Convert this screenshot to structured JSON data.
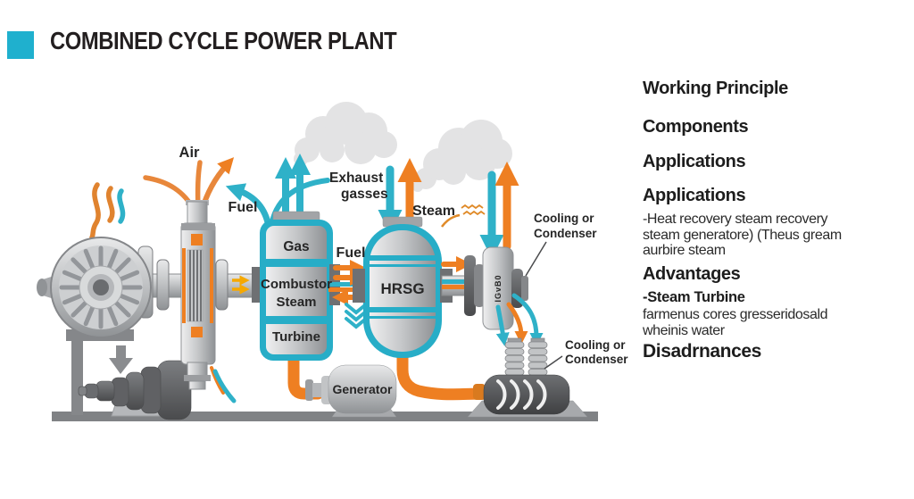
{
  "title": "COMBINED CYCLE POWER PLANT",
  "colors": {
    "accent_teal": "#1FB0CE",
    "flow_teal": "#2FB1C8",
    "flow_orange": "#EE7F22",
    "smoke_gray": "#E3E3E4",
    "metal_gray": "#C2C4C6",
    "dark_gray": "#58595B",
    "text_dark": "#231F20"
  },
  "panel": {
    "nav": [
      "Working Principle",
      "Components",
      "Applications"
    ],
    "applications": {
      "heading": "Applications",
      "lines": [
        "-Heat recovery steam recovery",
        "steam generatore) (Theus gream",
        "aurbire steam"
      ]
    },
    "advantages": {
      "heading": "Advantages",
      "item": "-Steam Turbine",
      "lines": [
        "farmenus cores gresseridosald",
        "wheinis water"
      ]
    },
    "disadvantages": {
      "heading": "Disadrnances"
    }
  },
  "diagram": {
    "air_label": "Air",
    "fuel_left_label": "Fuel",
    "fuel_mid_label": "Fuel",
    "exhaust_label": [
      "Exhaust",
      "gasses"
    ],
    "steam_label": "Steam",
    "vessel": {
      "top": "Gas",
      "mid1": "Combustor",
      "mid2": "Steam",
      "bottom": "Turbine"
    },
    "hrsg_label": "HRSG",
    "generator_label": "Generator",
    "cooling_top": [
      "Cooling or",
      "Condenser"
    ],
    "cooling_bottom": [
      "Cooling or",
      "Condenser"
    ],
    "rotor_tag": "IGvB0"
  }
}
